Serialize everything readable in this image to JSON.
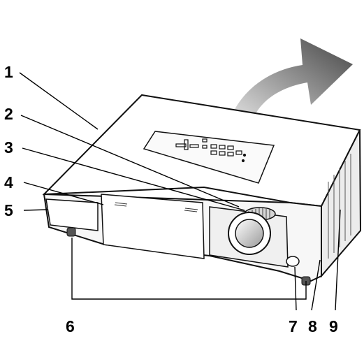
{
  "callouts": {
    "c1": "1",
    "c2": "2",
    "c3": "3",
    "c4": "4",
    "c5": "5",
    "c6": "6",
    "c7": "7",
    "c8": "8",
    "c9": "9"
  },
  "colors": {
    "outline": "#111111",
    "body_fill": "#ffffff",
    "side_shade": "#e9e9e9",
    "arrow_dark": "#4d4d4d",
    "arrow_light": "#e0e0e0"
  }
}
